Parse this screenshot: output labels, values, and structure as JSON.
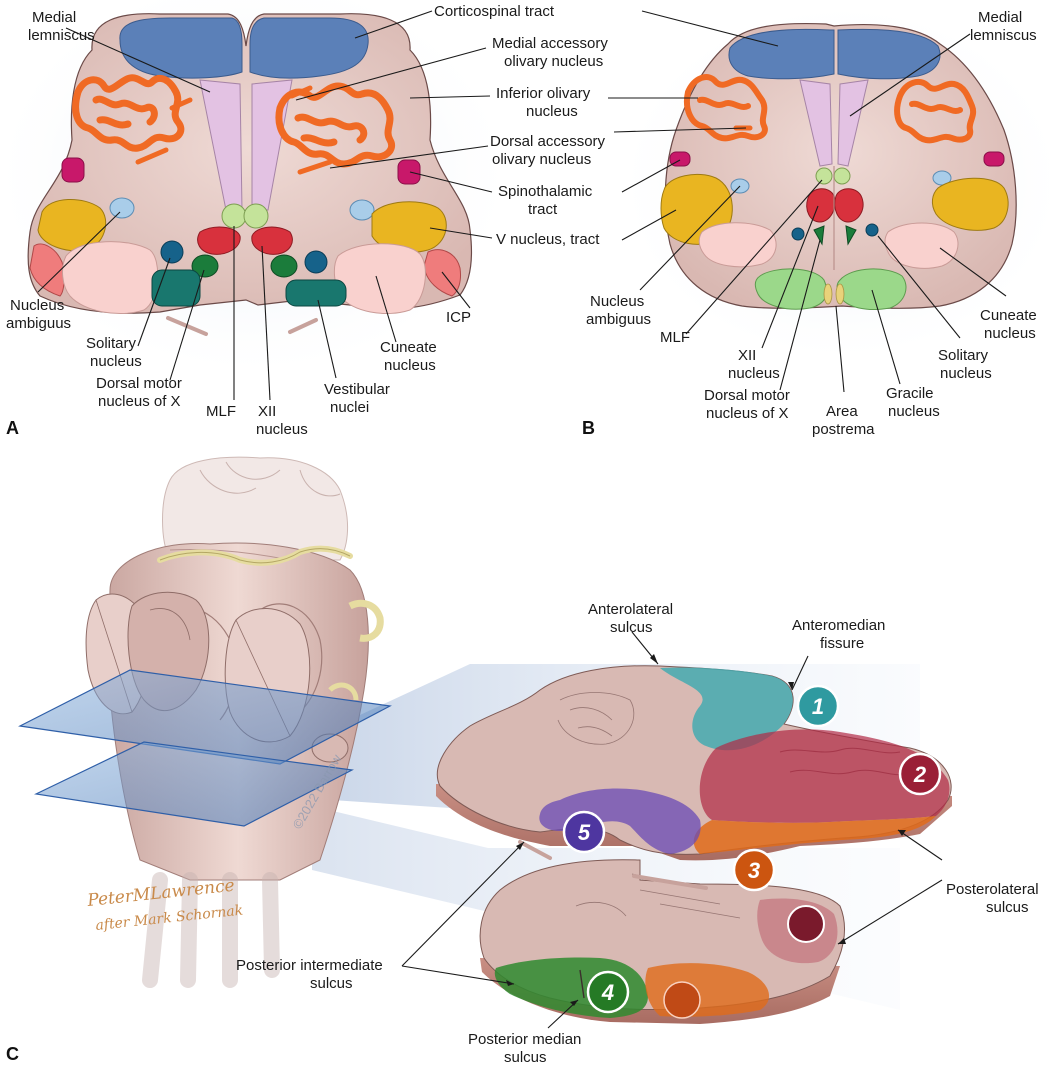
{
  "panels": {
    "a": "A",
    "b": "B",
    "c": "C"
  },
  "labels_a": {
    "medial_lemniscus": [
      "Medial",
      "lemniscus"
    ],
    "corticospinal": "Corticospinal tract",
    "medial_accessory": [
      "Medial accessory",
      "olivary nucleus"
    ],
    "inferior_olivary": [
      "Inferior olivary",
      "nucleus"
    ],
    "dorsal_accessory": [
      "Dorsal accessory",
      "olivary nucleus"
    ],
    "spinothalamic": [
      "Spinothalamic",
      "tract"
    ],
    "v_nucleus": "V nucleus, tract",
    "nucleus_ambiguus": [
      "Nucleus",
      "ambiguus"
    ],
    "solitary": [
      "Solitary",
      "nucleus"
    ],
    "dorsal_motor": [
      "Dorsal motor",
      "nucleus of X"
    ],
    "mlf": "MLF",
    "xii": [
      "XII",
      "nucleus"
    ],
    "vestibular": [
      "Vestibular",
      "nuclei"
    ],
    "cuneate": [
      "Cuneate",
      "nucleus"
    ],
    "icp": "ICP"
  },
  "labels_b": {
    "medial_lemniscus": [
      "Medial",
      "lemniscus"
    ],
    "nucleus_ambiguus": [
      "Nucleus",
      "ambiguus"
    ],
    "mlf": "MLF",
    "xii": [
      "XII",
      "nucleus"
    ],
    "dorsal_motor": [
      "Dorsal motor",
      "nucleus of X"
    ],
    "area_postrema": [
      "Area",
      "postrema"
    ],
    "gracile": [
      "Gracile",
      "nucleus"
    ],
    "solitary": [
      "Solitary",
      "nucleus"
    ],
    "cuneate": [
      "Cuneate",
      "nucleus"
    ]
  },
  "labels_c": {
    "anterolateral": [
      "Anterolateral",
      "sulcus"
    ],
    "anteromedian": [
      "Anteromedian",
      "fissure"
    ],
    "posterolateral": [
      "Posterolateral",
      "sulcus"
    ],
    "posterior_intermediate": [
      "Posterior intermediate",
      "sulcus"
    ],
    "posterior_median": [
      "Posterior median",
      "sulcus"
    ]
  },
  "zones": [
    "1",
    "2",
    "3",
    "4",
    "5"
  ],
  "watermark": "©2022 Barrow",
  "signature": [
    "PeterMLawrence",
    "after Mark Schornak"
  ],
  "colors": {
    "corticospinal": "#5b80b8",
    "medial_lemniscus": "#e3c2e3",
    "olivary": "#f06a24",
    "spinothalamic": "#c8186a",
    "v_nucleus": "#e9b521",
    "nucleus_ambiguus": "#a9cde9",
    "cuneate": "#f9d1ce",
    "icp": "#ef7c7c",
    "solitary": "#16628a",
    "dorsal_motor": "#1b7c3b",
    "vestibular": "#19776e",
    "mlf": "#c4e39a",
    "xii": "#d8313d",
    "gracile": "#9bd88a",
    "tissue": "#e3c9c4",
    "zone1": "#45aab0",
    "zone2": "#b02a45",
    "zone3": "#e06b1a",
    "zone4": "#2f8a2f",
    "zone5": "#6a4bb5"
  }
}
